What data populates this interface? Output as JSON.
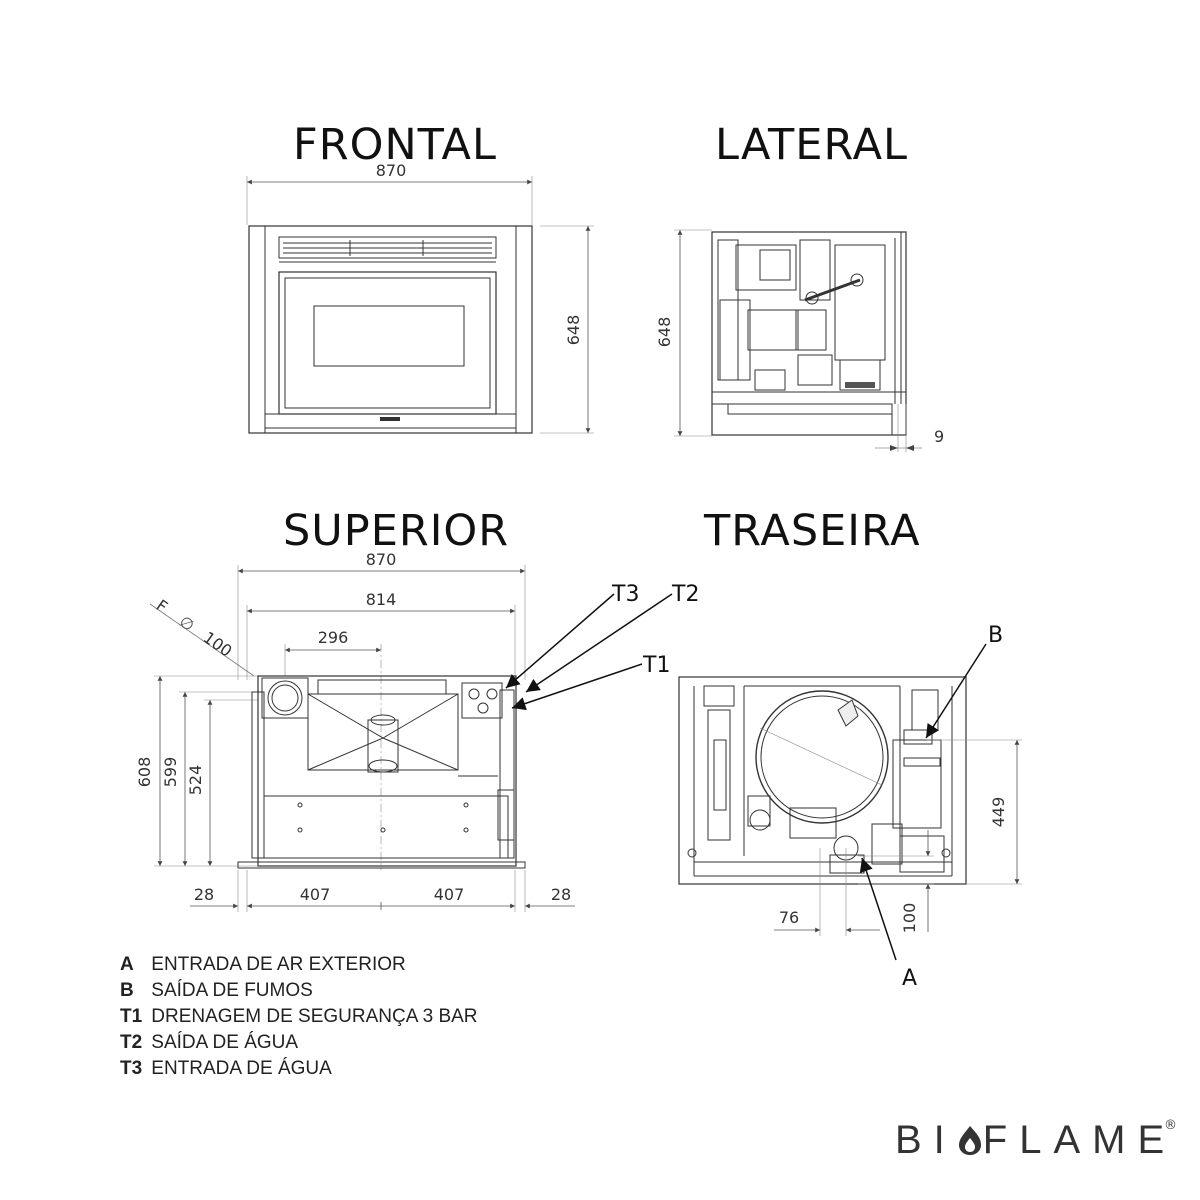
{
  "views": {
    "frontal": {
      "title": "FRONTAL",
      "width": "870",
      "height": "648"
    },
    "lateral": {
      "title": "LATERAL",
      "height": "648",
      "offset": "9"
    },
    "superior": {
      "title": "SUPERIOR",
      "width_total": "870",
      "width_inner": "814",
      "flue_offset": "296",
      "flue_label_f": "F",
      "flue_label_dia": "∅",
      "flue_label_size": "100",
      "depth_total": "608",
      "depth_mid": "599",
      "depth_inner": "524",
      "bottom_left": "28",
      "bottom_half_left": "407",
      "bottom_half_right": "407",
      "bottom_right": "28",
      "callouts": [
        "T3",
        "T2",
        "T1"
      ]
    },
    "traseira": {
      "title": "TRASEIRA",
      "height_b": "449",
      "offset_a_x": "76",
      "offset_a_y": "100",
      "callout_a": "A",
      "callout_b": "B"
    }
  },
  "legend": [
    {
      "key": "A",
      "text": "ENTRADA DE AR EXTERIOR"
    },
    {
      "key": "B",
      "text": "SAÍDA DE FUMOS"
    },
    {
      "key": "T1",
      "text": "DRENAGEM DE SEGURANÇA 3 BAR"
    },
    {
      "key": "T2",
      "text": "SAÍDA DE ÁGUA"
    },
    {
      "key": "T3",
      "text": "ENTRADA DE ÁGUA"
    }
  ],
  "brand": {
    "left": "BI",
    "right": "FLAME",
    "registered": "®"
  }
}
